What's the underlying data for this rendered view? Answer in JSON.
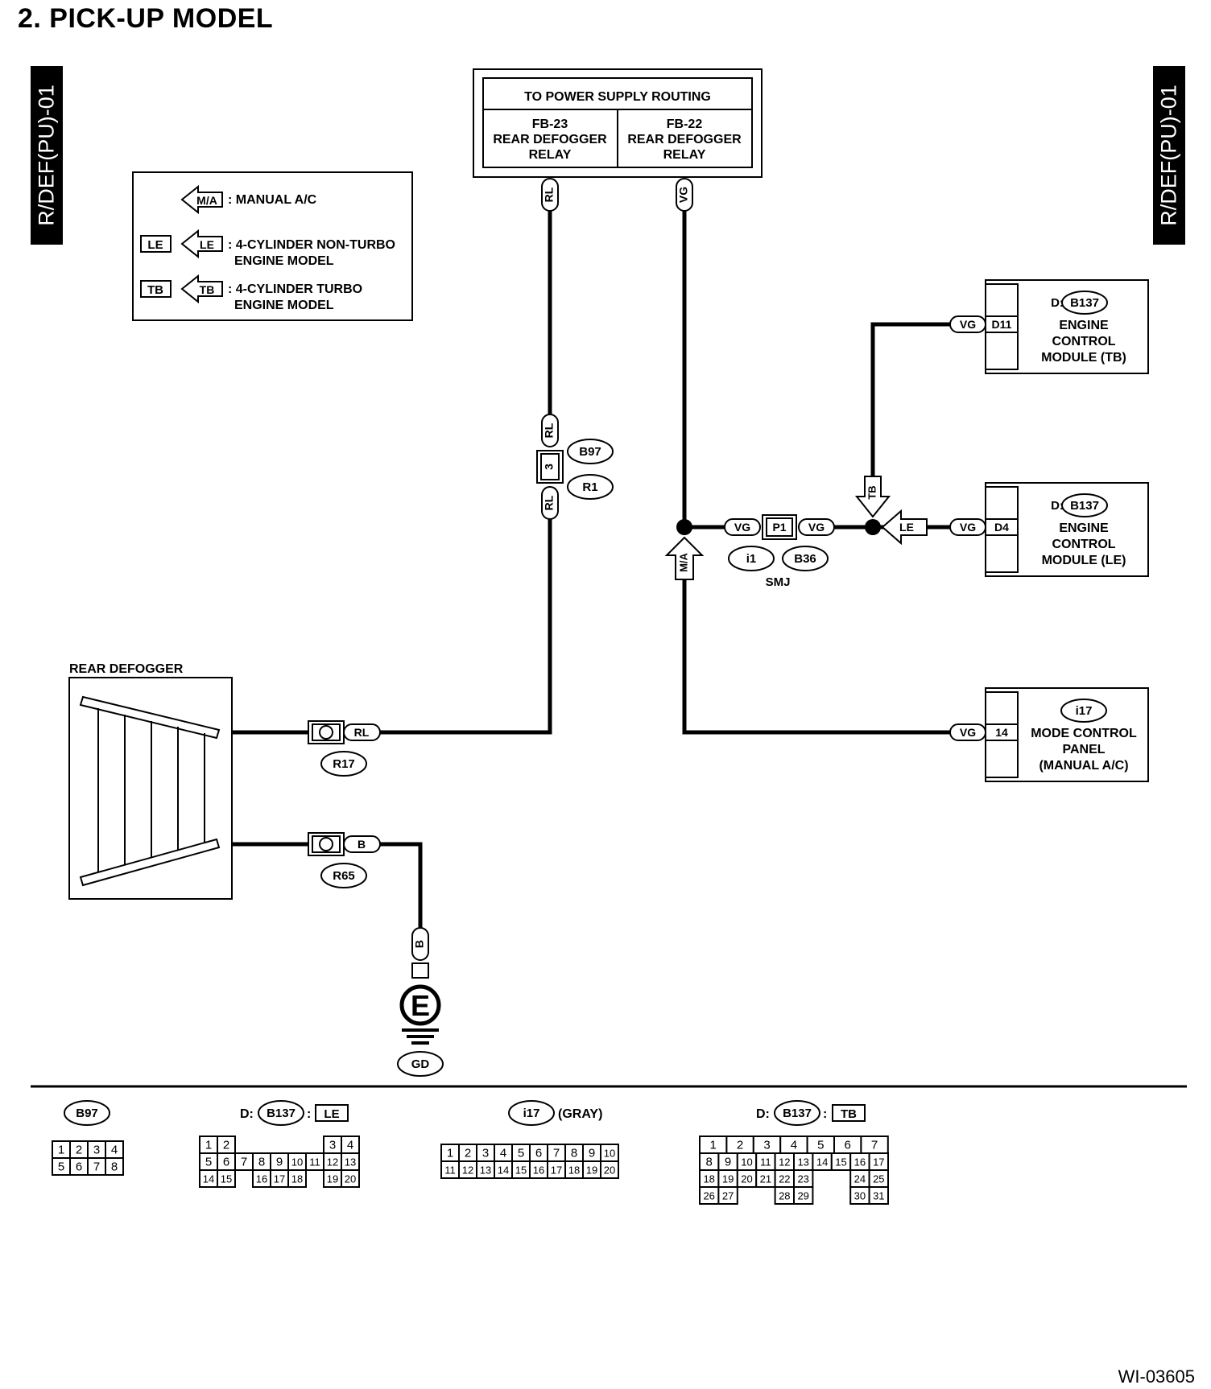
{
  "page_title": "2.  PICK-UP MODEL",
  "side_tab_label": "R/DEF(PU)-01",
  "doc_id": "WI-03605",
  "legend": {
    "ma": {
      "symbol": "M/A",
      "text": ": MANUAL A/C"
    },
    "le": {
      "symbol": "LE",
      "line1": ": 4-CYLINDER NON-TURBO",
      "line2": "ENGINE MODEL"
    },
    "tb": {
      "symbol": "TB",
      "line1": ": 4-CYLINDER TURBO",
      "line2": "ENGINE MODEL"
    }
  },
  "power_supply": {
    "header": "TO POWER SUPPLY ROUTING",
    "left": {
      "fuse": "FB-23",
      "name1": "REAR DEFOGGER",
      "name2": "RELAY"
    },
    "right": {
      "fuse": "FB-22",
      "name1": "REAR DEFOGGER",
      "name2": "RELAY"
    }
  },
  "wires": {
    "rl": "RL",
    "vg": "VG",
    "b": "B"
  },
  "connectors": {
    "b97": "B97",
    "r1": "R1",
    "pin3": "3",
    "r17": "R17",
    "r65": "R65",
    "i1": "i1",
    "b36": "B36",
    "smj": "SMJ",
    "p1": "P1",
    "ground_symbol": "E",
    "gd": "GD"
  },
  "markers": {
    "tb": "TB",
    "le": "LE",
    "ma": "M/A"
  },
  "rear_defogger_label": "REAR DEFOGGER",
  "modules": {
    "ecm_tb": {
      "prefix": "D:",
      "conn": "B137",
      "pin": "D11",
      "line1": "ENGINE",
      "line2": "CONTROL",
      "line3": "MODULE (TB)"
    },
    "ecm_le": {
      "prefix": "D:",
      "conn": "B137",
      "pin": "D4",
      "line1": "ENGINE",
      "line2": "CONTROL",
      "line3": "MODULE (LE)"
    },
    "mcp": {
      "conn": "i17",
      "pin": "14",
      "line1": "MODE CONTROL",
      "line2": "PANEL",
      "line3": "(MANUAL A/C)"
    }
  },
  "connector_views": {
    "b97": {
      "conn": "B97",
      "rows": [
        [
          "1",
          "2",
          "3",
          "4"
        ],
        [
          "5",
          "6",
          "7",
          "8"
        ]
      ]
    },
    "b137_le": {
      "prefix": "D:",
      "conn": "B137",
      "sep": ":",
      "variant": "LE",
      "rows": [
        [
          "1",
          "2",
          "",
          "",
          "",
          "",
          "",
          "3",
          "4"
        ],
        [
          "5",
          "6",
          "7",
          "8",
          "9",
          "10",
          "11",
          "12",
          "13"
        ],
        [
          "14",
          "15",
          "",
          "16",
          "17",
          "18",
          "",
          "19",
          "20"
        ]
      ]
    },
    "i17": {
      "conn": "i17",
      "note": "(GRAY)",
      "rows": [
        [
          "1",
          "2",
          "3",
          "4",
          "5",
          "6",
          "7",
          "8",
          "9",
          "10"
        ],
        [
          "11",
          "12",
          "13",
          "14",
          "15",
          "16",
          "17",
          "18",
          "19",
          "20"
        ]
      ]
    },
    "b137_tb": {
      "prefix": "D:",
      "conn": "B137",
      "sep": ":",
      "variant": "TB",
      "rows": [
        [
          "1",
          "2",
          "3",
          "4",
          "5",
          "6",
          "7"
        ],
        [
          "8",
          "9",
          "10",
          "11",
          "12",
          "13",
          "14",
          "15",
          "16",
          "17"
        ],
        [
          "18",
          "19",
          "20",
          "21",
          "22",
          "23",
          "",
          "",
          "24",
          "25"
        ],
        [
          "26",
          "27",
          "",
          "",
          "28",
          "29",
          "",
          "",
          "30",
          "31"
        ]
      ]
    }
  }
}
